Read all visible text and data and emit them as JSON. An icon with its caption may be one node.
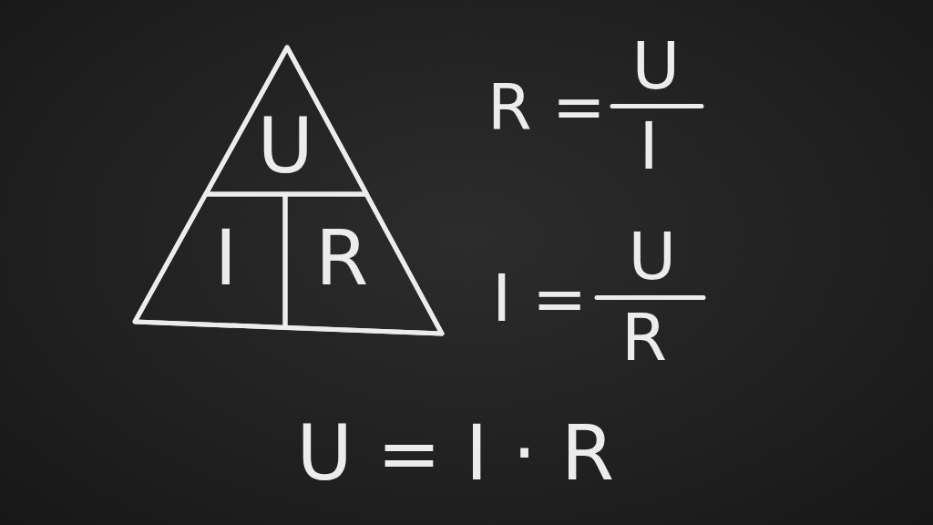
{
  "diagram": {
    "nodes": [
      {
        "text": [],
        "shape": "triangle"
      },
      {
        "text": [
          "U"
        ],
        "in": 0
      },
      {
        "text": [
          "I"
        ],
        "in": 0
      },
      {
        "text": [
          "R"
        ],
        "in": 0
      }
    ],
    "labels": [
      "R =",
      "U",
      "I",
      "I =",
      "U",
      "R",
      "U = I · R"
    ]
  }
}
